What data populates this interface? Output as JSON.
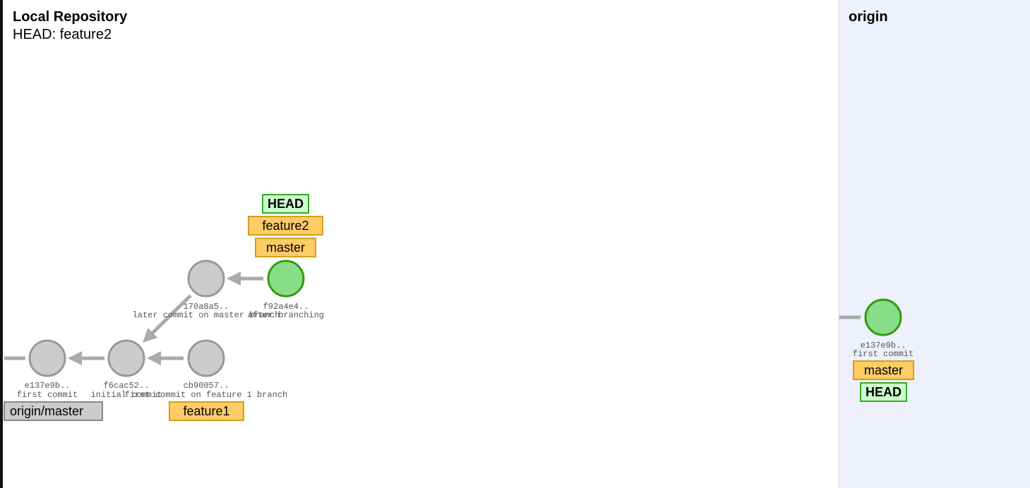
{
  "local": {
    "title": "Local Repository",
    "head_line": "HEAD: feature2",
    "commits": [
      {
        "id": "e137e9b..",
        "message": "first commit",
        "state": "normal"
      },
      {
        "id": "f6cac52..",
        "message": "initial commit",
        "state": "normal"
      },
      {
        "id": "cb90057..",
        "message": "first commit on feature 1 branch",
        "state": "normal"
      },
      {
        "id": "170a8a5..",
        "message": "later commit on master branch",
        "state": "normal"
      },
      {
        "id": "f92a4e4..",
        "message": "after branching",
        "state": "head"
      }
    ],
    "tags": {
      "head": "HEAD",
      "feature2": "feature2",
      "master": "master",
      "feature1": "feature1",
      "origin_master": "origin/master"
    }
  },
  "origin": {
    "title": "origin",
    "commits": [
      {
        "id": "e137e9b..",
        "message": "first commit",
        "state": "head"
      }
    ],
    "tags": {
      "master": "master",
      "head": "HEAD"
    }
  },
  "colors": {
    "commit_fill": "#cccccc",
    "commit_stroke": "#999999",
    "head_commit_fill": "#88dd88",
    "head_commit_stroke": "#339911",
    "edge": "#aaaaaa",
    "branch_tag": "#ffcc66",
    "head_tag": "#ccffcc",
    "remote_tag": "#cccccc",
    "origin_background": "#eef0fb"
  }
}
